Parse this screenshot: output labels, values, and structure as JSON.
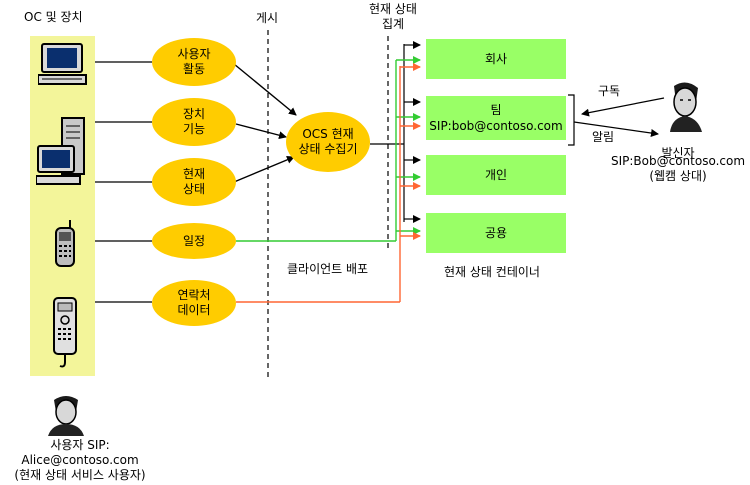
{
  "headers": {
    "devices": "OC 및 장치",
    "publish": "게시",
    "aggregation_line1": "현재 상태",
    "aggregation_line2": "집계"
  },
  "activities": [
    {
      "line1": "사용자",
      "line2": "활동"
    },
    {
      "line1": "장치",
      "line2": "기능"
    },
    {
      "line1": "현재",
      "line2": "상태"
    },
    {
      "line1": "일정",
      "line2": ""
    },
    {
      "line1": "연락처",
      "line2": "데이터"
    }
  ],
  "aggregator": {
    "line1": "OCS 현재",
    "line2": "상태 수집기"
  },
  "client_deploy": "클라이언트 배포",
  "containers": [
    {
      "line1": "회사",
      "line2": ""
    },
    {
      "line1": "팀",
      "line2": "SIP:bob@contoso.com"
    },
    {
      "line1": "개인",
      "line2": ""
    },
    {
      "line1": "공용",
      "line2": ""
    }
  ],
  "containers_label": "현재 상태 컨테이너",
  "subscribe": "구독",
  "notify": "알림",
  "subscriber": {
    "line1": "발신자",
    "line2": "SIP:Bob@contoso.com",
    "line3": "(웹캠 상대)"
  },
  "user": {
    "line1": "사용자 SIP:",
    "line2": "Alice@contoso.com",
    "line3": "(현재 상태 서비스 사용자)"
  },
  "colors": {
    "device_column": "#f3f59a",
    "oval": "#ffcc00",
    "container": "#99ff66",
    "green_line": "#33cc33",
    "orange_line": "#ff6633"
  }
}
